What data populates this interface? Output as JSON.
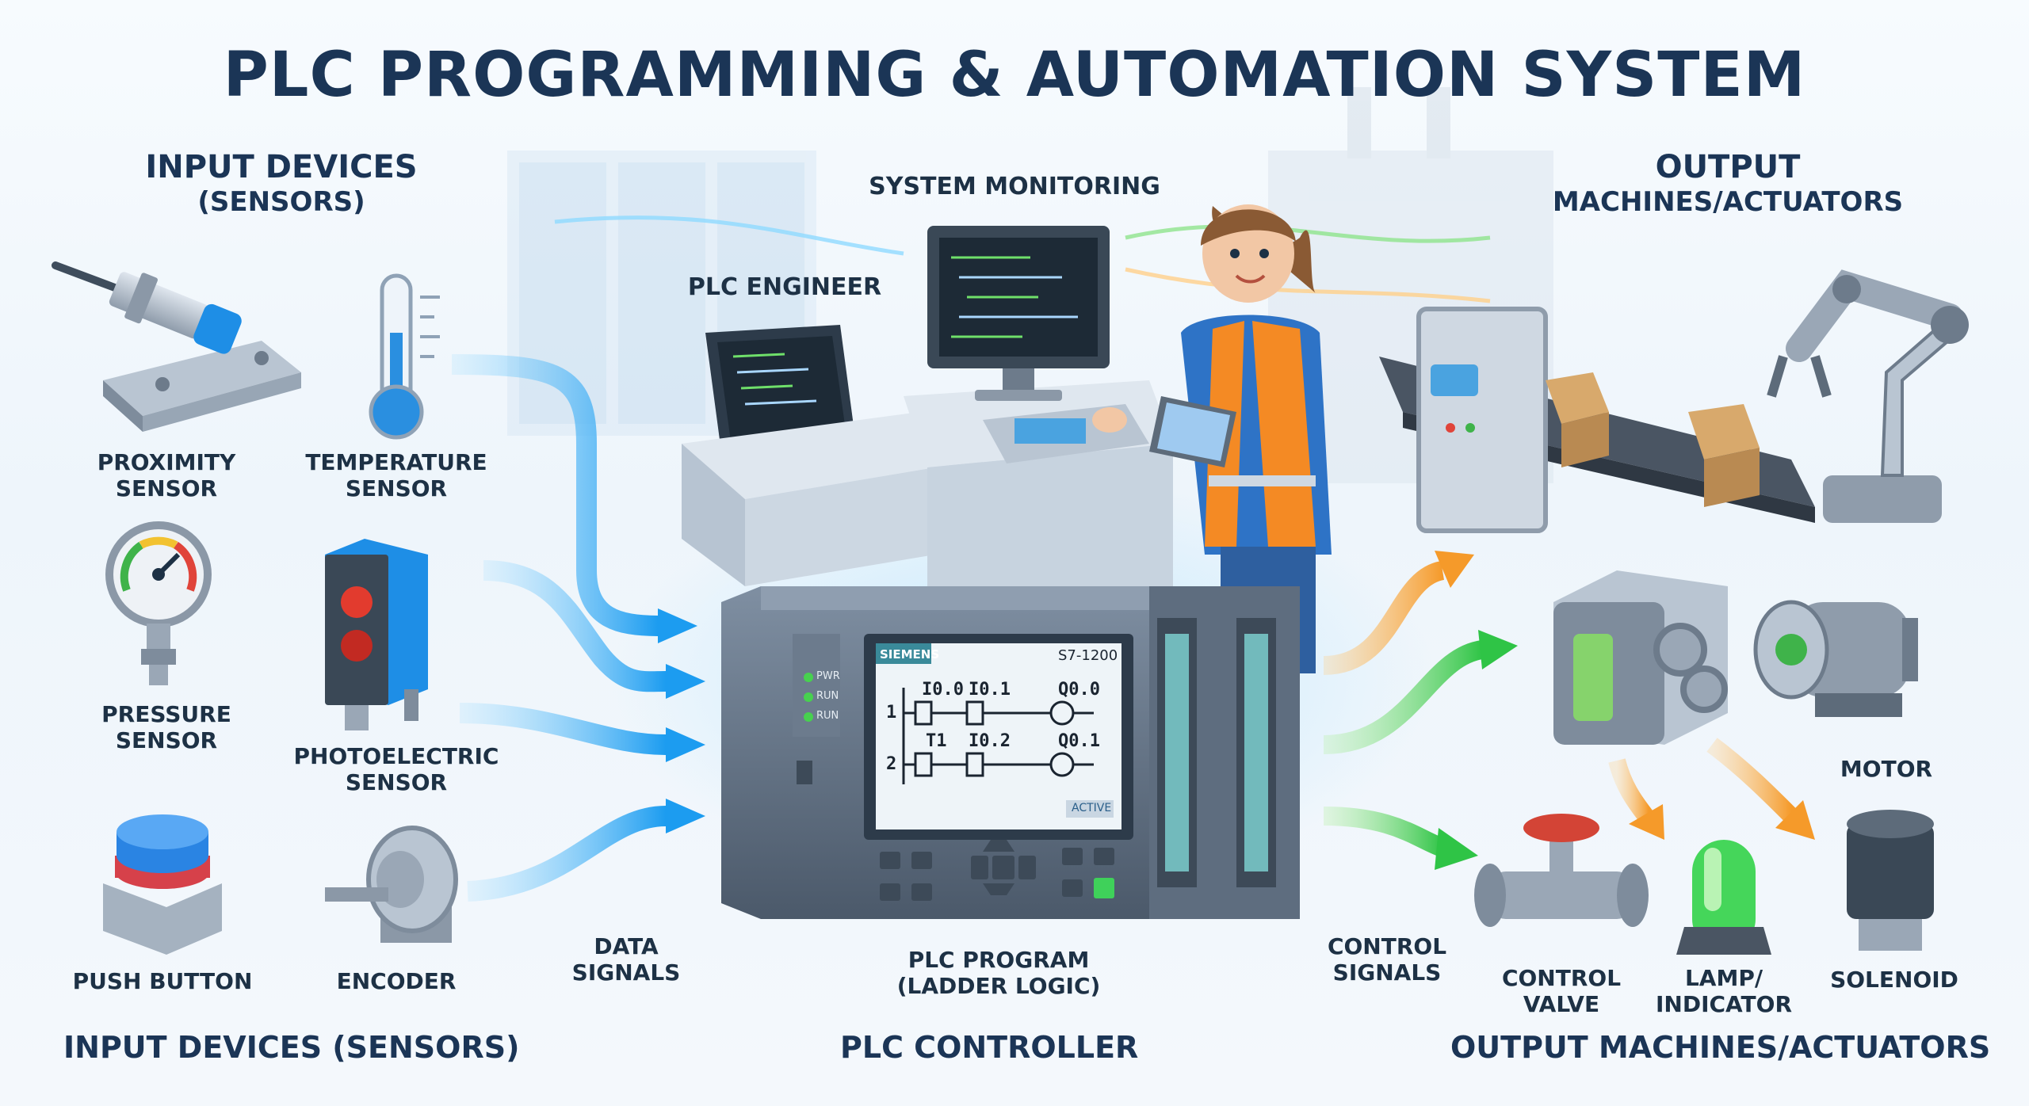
{
  "title": "PLC PROGRAMMING & AUTOMATION SYSTEM",
  "input_header": {
    "line1": "INPUT DEVICES",
    "line2": "(SENSORS)"
  },
  "output_header": {
    "line1": "OUTPUT",
    "line2": "MACHINES/ACTUATORS"
  },
  "center": {
    "monitoring": "SYSTEM MONITORING",
    "engineer": "PLC ENGINEER",
    "data_signals": [
      "DATA",
      "SIGNALS"
    ],
    "control_signals": [
      "CONTROL",
      "SIGNALS"
    ],
    "plc_program": [
      "PLC PROGRAM",
      "(LADDER LOGIC)"
    ]
  },
  "inputs": [
    {
      "name": [
        "PROXIMITY",
        "SENSOR"
      ],
      "icon": "proximity-sensor-icon"
    },
    {
      "name": [
        "TEMPERATURE",
        "SENSOR"
      ],
      "icon": "thermometer-icon"
    },
    {
      "name": [
        "PRESSURE",
        "SENSOR"
      ],
      "icon": "pressure-gauge-icon"
    },
    {
      "name": [
        "PHOTOELECTRIC",
        "SENSOR"
      ],
      "icon": "photoelectric-sensor-icon"
    },
    {
      "name": [
        "PUSH BUTTON"
      ],
      "icon": "push-button-icon"
    },
    {
      "name": [
        "ENCODER"
      ],
      "icon": "encoder-icon"
    }
  ],
  "outputs": [
    {
      "name": [
        "MOTOR"
      ],
      "icon": "motor-icon"
    },
    {
      "name": [
        "CONTROL",
        "VALVE"
      ],
      "icon": "valve-icon"
    },
    {
      "name": [
        "LAMP/",
        "INDICATOR"
      ],
      "icon": "lamp-icon"
    },
    {
      "name": [
        "SOLENOID"
      ],
      "icon": "solenoid-icon"
    }
  ],
  "plc": {
    "brand": "SIEMENS",
    "model": "S7-1200",
    "leds": [
      "PWR",
      "RUN",
      "RUN"
    ],
    "screen_tag": "ACTIVE",
    "rungs": [
      {
        "num": "1",
        "contacts": [
          "I0.0",
          "I0.1"
        ],
        "coil": "Q0.0"
      },
      {
        "num": "2",
        "contacts": [
          "T1",
          "I0.2"
        ],
        "coil": "Q0.1"
      }
    ]
  },
  "footer": {
    "left": "INPUT DEVICES (SENSORS)",
    "center": "PLC CONTROLLER",
    "right": "OUTPUT MACHINES/ACTUATORS"
  },
  "colors": {
    "title": "#1b3556",
    "input_arrow": "#2aa8f2",
    "output_arrow_orange": "#f59a2a",
    "output_arrow_green": "#3bcf4d",
    "plc_body": "#5b6b7d"
  }
}
